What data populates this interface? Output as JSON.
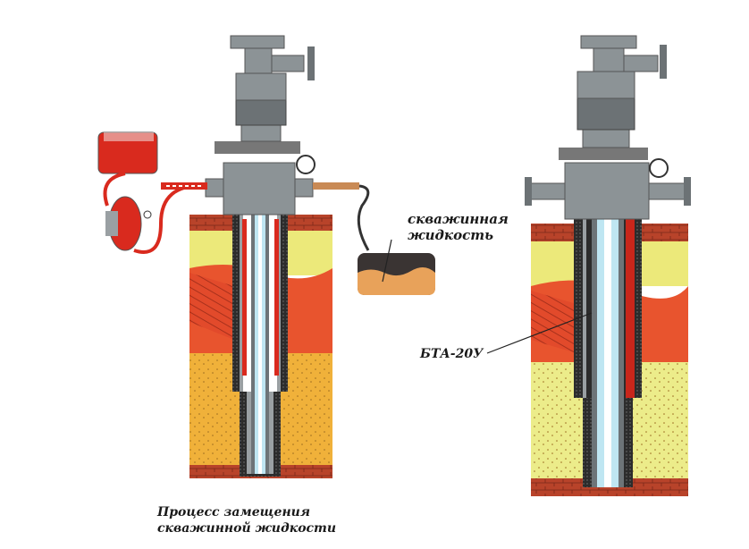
{
  "labels": {
    "well_fluid_line1": "скважинная",
    "well_fluid_line2": "жидкость",
    "tool_name": "БТА-20У",
    "caption_line1": "Процесс замещения",
    "caption_line2": "скважинной жидкости"
  },
  "colors": {
    "brick": "#b8432a",
    "sand_yellow": "#ece97a",
    "clay_red": "#e8542e",
    "sand_orange": "#f0b13a",
    "steel": "#8c9396",
    "tank_red": "#d92a1e",
    "fluid_orange": "#e8a25a",
    "tubing_blue": "#bfe6f2"
  }
}
